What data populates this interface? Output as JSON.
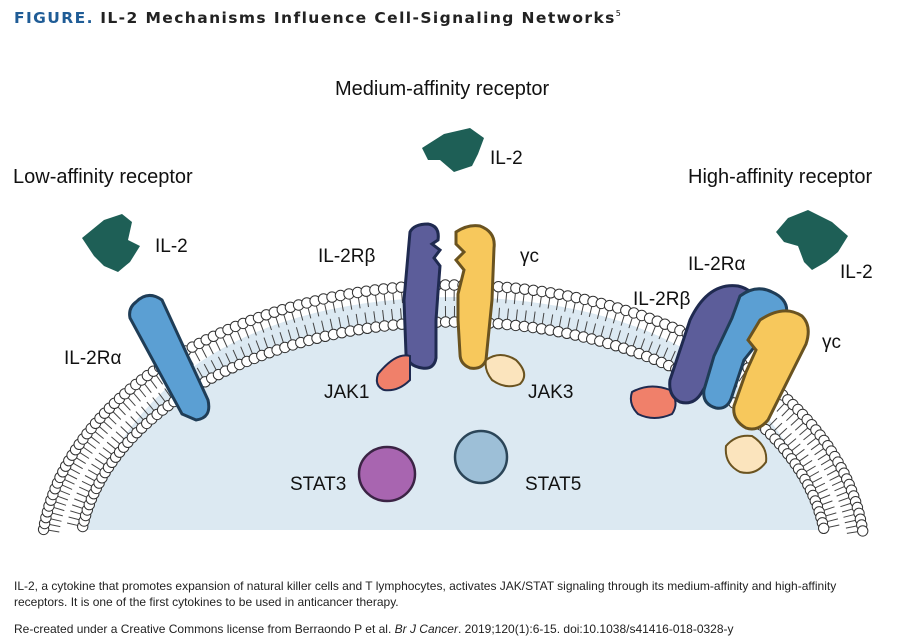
{
  "title": {
    "label": "FIGURE.",
    "text": "IL-2 Mechanisms Influence Cell-Signaling Networks",
    "ref": "5"
  },
  "diagram": {
    "headings": {
      "low": "Low-affinity receptor",
      "medium": "Medium-affinity receptor",
      "high": "High-affinity receptor"
    },
    "labels": {
      "il2_low": "IL-2",
      "il2_medium": "IL-2",
      "il2_high": "IL-2",
      "il2ra_low": "IL-2Rα",
      "il2rb_medium": "IL-2Rβ",
      "yc_medium": "γc",
      "jak1": "JAK1",
      "jak3": "JAK3",
      "il2ra_high": "IL-2Rα",
      "il2rb_high": "IL-2Rβ",
      "yc_high": "γc",
      "stat3": "STAT3",
      "stat5": "STAT5"
    },
    "colors": {
      "il2": "#1e5f56",
      "il2ra": "#5b9fd3",
      "il2rb": "#5c5d9a",
      "yc": "#f7c85c",
      "jak1": "#f0806a",
      "jak3": "#fbe4bd",
      "stat3": "#a865b0",
      "stat5": "#9dbfd7",
      "cytoplasm": "#dce9f2"
    }
  },
  "caption": "IL-2, a cytokine that promotes expansion of natural killer cells and T lymphocytes, activates JAK/STAT signaling through its medium-affinity and high-affinity receptors. It is one of the first cytokines to be used in anticancer therapy.",
  "credit": {
    "prefix": "Re-created under a Creative Commons license from Berraondo P et al. ",
    "journal": "Br J Cancer",
    "suffix": ". 2019;120(1):6-15. doi:10.1038/s41416-018-0328-y"
  }
}
